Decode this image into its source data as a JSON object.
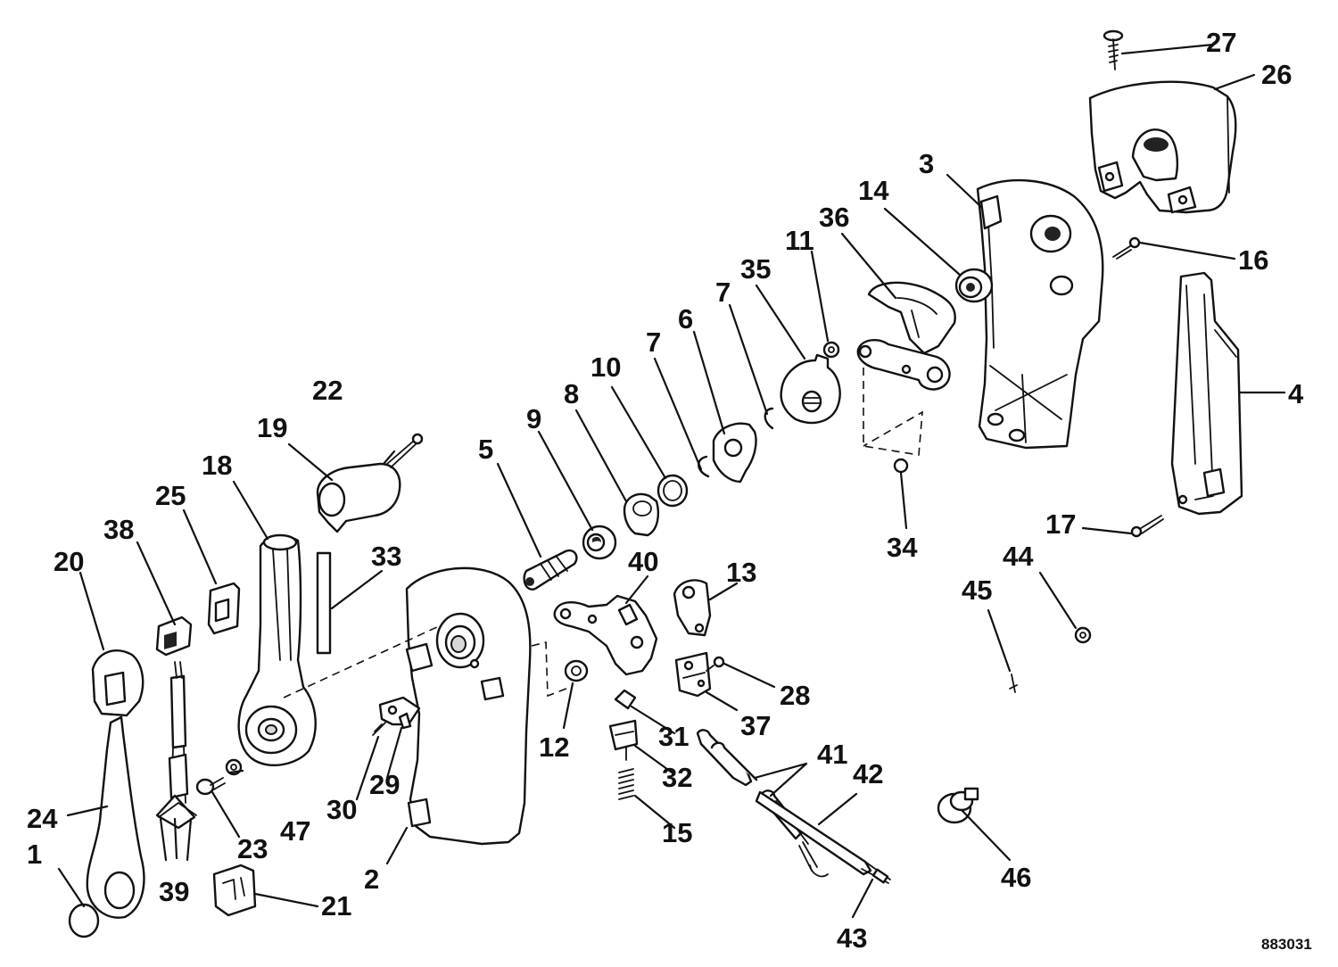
{
  "figure": {
    "reference_code": "883031",
    "callouts": [
      {
        "id": "c1",
        "label": "1"
      },
      {
        "id": "c2",
        "label": "2"
      },
      {
        "id": "c3",
        "label": "3"
      },
      {
        "id": "c4",
        "label": "4"
      },
      {
        "id": "c5",
        "label": "5"
      },
      {
        "id": "c6",
        "label": "6"
      },
      {
        "id": "c7a",
        "label": "7"
      },
      {
        "id": "c7b",
        "label": "7"
      },
      {
        "id": "c8",
        "label": "8"
      },
      {
        "id": "c9",
        "label": "9"
      },
      {
        "id": "c10",
        "label": "10"
      },
      {
        "id": "c11",
        "label": "11"
      },
      {
        "id": "c12",
        "label": "12"
      },
      {
        "id": "c13",
        "label": "13"
      },
      {
        "id": "c14",
        "label": "14"
      },
      {
        "id": "c15",
        "label": "15"
      },
      {
        "id": "c16",
        "label": "16"
      },
      {
        "id": "c17",
        "label": "17"
      },
      {
        "id": "c18",
        "label": "18"
      },
      {
        "id": "c19",
        "label": "19"
      },
      {
        "id": "c20",
        "label": "20"
      },
      {
        "id": "c21",
        "label": "21"
      },
      {
        "id": "c22",
        "label": "22"
      },
      {
        "id": "c23",
        "label": "23"
      },
      {
        "id": "c24",
        "label": "24"
      },
      {
        "id": "c25",
        "label": "25"
      },
      {
        "id": "c26",
        "label": "26"
      },
      {
        "id": "c27",
        "label": "27"
      },
      {
        "id": "c28",
        "label": "28"
      },
      {
        "id": "c29",
        "label": "29"
      },
      {
        "id": "c30",
        "label": "30"
      },
      {
        "id": "c31",
        "label": "31"
      },
      {
        "id": "c32",
        "label": "32"
      },
      {
        "id": "c33",
        "label": "33"
      },
      {
        "id": "c34",
        "label": "34"
      },
      {
        "id": "c35",
        "label": "35"
      },
      {
        "id": "c36",
        "label": "36"
      },
      {
        "id": "c37",
        "label": "37"
      },
      {
        "id": "c38",
        "label": "38"
      },
      {
        "id": "c39",
        "label": "39"
      },
      {
        "id": "c40",
        "label": "40"
      },
      {
        "id": "c41",
        "label": "41"
      },
      {
        "id": "c42",
        "label": "42"
      },
      {
        "id": "c43",
        "label": "43"
      },
      {
        "id": "c44",
        "label": "44"
      },
      {
        "id": "c45",
        "label": "45"
      },
      {
        "id": "c46",
        "label": "46"
      },
      {
        "id": "c47",
        "label": "47"
      }
    ]
  }
}
